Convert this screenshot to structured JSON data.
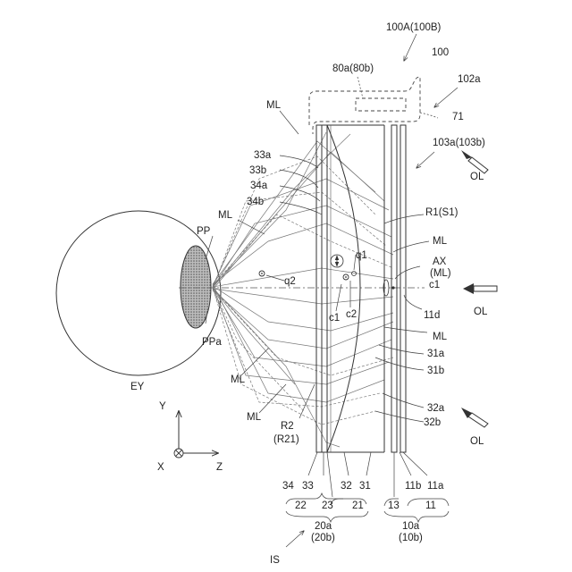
{
  "labels": {
    "device_top": "100A(100B)",
    "device": "100",
    "display_unit": "80a(80b)",
    "housing": "102a",
    "frame": "71",
    "see_through": "103a(103b)",
    "ol_top": "OL",
    "ol_mid": "OL",
    "ol_bottom": "OL",
    "ml_top": "ML",
    "ml_left": "ML",
    "ml_right": "ML",
    "ml_right2": "ML",
    "ml_bottom1": "ML",
    "ml_bottom2": "ML",
    "s33a": "33a",
    "s33b": "33b",
    "s34a": "34a",
    "s34b": "34b",
    "r1": "R1(S1)",
    "ax": "AX",
    "ax_ml": "(ML)",
    "q1": "q1",
    "q2": "q2",
    "c1_right": "c1",
    "c1": "c1",
    "c2": "c2",
    "s11d": "11d",
    "s31a": "31a",
    "s31b": "31b",
    "s32a": "32a",
    "s32b": "32b",
    "pp": "PP",
    "ppa": "PPa",
    "ey": "EY",
    "r2": "R2",
    "r21": "(R21)",
    "axis_y": "Y",
    "axis_x": "X",
    "axis_z": "Z",
    "b34": "34",
    "b33": "33",
    "b23": "23",
    "b32": "32",
    "b31": "31",
    "b13": "13",
    "b11b": "11b",
    "b11a": "11a",
    "b22": "22",
    "b21": "21",
    "b11": "11",
    "b20a": "20a",
    "b20b": "(20b)",
    "b10a": "10a",
    "b10b": "(10b)",
    "is": "IS"
  }
}
